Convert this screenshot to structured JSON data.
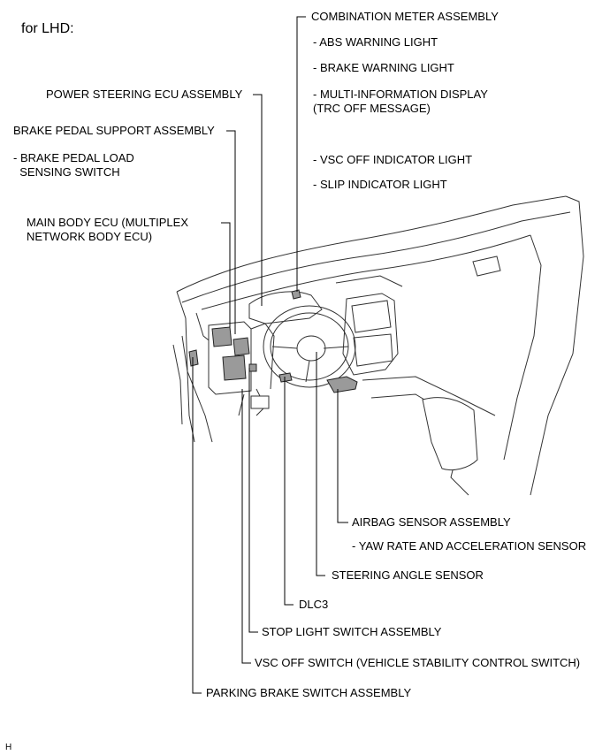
{
  "heading": "for LHD:",
  "figure_code": "H",
  "labels": {
    "combination_meter": "COMBINATION METER ASSEMBLY",
    "abs_warning": "- ABS WARNING LIGHT",
    "brake_warning": "- BRAKE WARNING LIGHT",
    "multi_info_display": "- MULTI-INFORMATION DISPLAY\n(TRC OFF MESSAGE)",
    "vsc_off_indicator": "- VSC OFF INDICATOR LIGHT",
    "slip_indicator": "- SLIP INDICATOR LIGHT",
    "power_steering_ecu": "POWER STEERING ECU ASSEMBLY",
    "brake_pedal_support": "BRAKE PEDAL SUPPORT ASSEMBLY",
    "brake_pedal_load_switch": "- BRAKE PEDAL LOAD\n  SENSING SWITCH",
    "main_body_ecu": "MAIN BODY ECU (MULTIPLEX\nNETWORK BODY ECU)",
    "airbag_sensor": "AIRBAG SENSOR ASSEMBLY",
    "yaw_rate_sensor": "- YAW RATE AND ACCELERATION SENSOR",
    "steering_angle_sensor": "STEERING ANGLE SENSOR",
    "dlc3": "DLC3",
    "stop_light_switch": "STOP LIGHT SWITCH ASSEMBLY",
    "vsc_off_switch": "VSC OFF SWITCH (VEHICLE STABILITY CONTROL SWITCH)",
    "parking_brake_switch": "PARKING BRAKE SWITCH ASSEMBLY"
  }
}
